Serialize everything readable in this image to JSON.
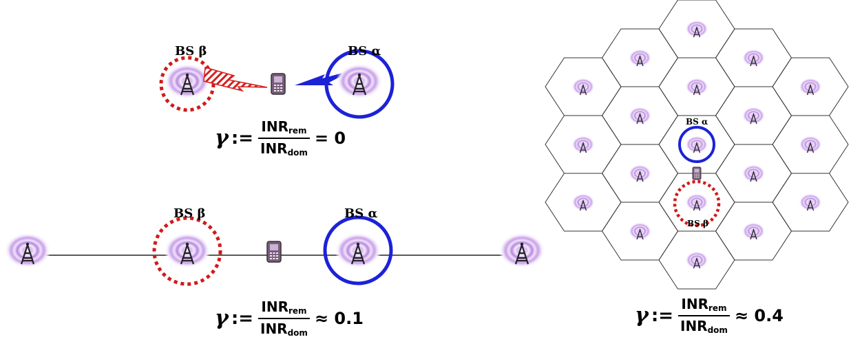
{
  "colors": {
    "dominant_circle": "#1c22d6",
    "remnant_circle": "#d11a1a",
    "tower_halo": "#a56ad8",
    "cell_border": "#333333"
  },
  "icons": [
    "tower-icon",
    "mobile-phone-icon",
    "signal-bolt-icon"
  ],
  "diagram_top": {
    "label_beta": "BS β",
    "label_alpha": "BS α",
    "formula": {
      "lhs": "γ",
      "assign": ":=",
      "num": "INR",
      "num_sub": "rem",
      "den": "INR",
      "den_sub": "dom",
      "rel": "=",
      "value": "0"
    }
  },
  "diagram_line": {
    "label_beta": "BS β",
    "label_alpha": "BS α",
    "formula": {
      "lhs": "γ",
      "assign": ":=",
      "num": "INR",
      "num_sub": "rem",
      "den": "INR",
      "den_sub": "dom",
      "rel": "≈",
      "value": "0.1"
    }
  },
  "diagram_hex": {
    "label_alpha": "BS α",
    "label_beta": "BS β",
    "formula": {
      "lhs": "γ",
      "assign": ":=",
      "num": "INR",
      "num_sub": "rem",
      "den": "INR",
      "den_sub": "dom",
      "rel": "≈",
      "value": "0.4"
    }
  }
}
